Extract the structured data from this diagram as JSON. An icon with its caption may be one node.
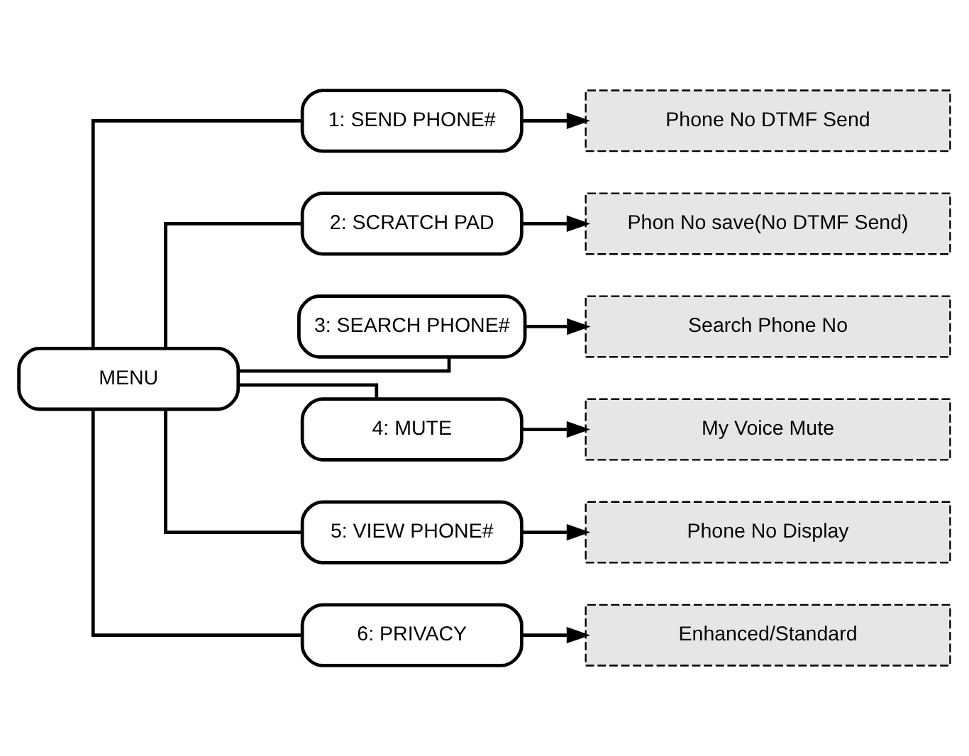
{
  "diagram": {
    "nodes": [
      {
        "text": [
          "MENU"
        ]
      },
      {
        "text": [
          "1: SEND PHONE#"
        ]
      },
      {
        "text": [
          "Phone No DTMF Send"
        ]
      },
      {
        "text": [
          "2: SCRATCH PAD"
        ]
      },
      {
        "text": [
          "Phon No save(No DTMF Send)"
        ]
      },
      {
        "text": [
          "3: SEARCH PHONE#"
        ]
      },
      {
        "text": [
          "Search Phone No"
        ]
      },
      {
        "text": [
          "4: MUTE"
        ]
      },
      {
        "text": [
          "My Voice Mute"
        ]
      },
      {
        "text": [
          "5: VIEW PHONE#"
        ]
      },
      {
        "text": [
          "Phone No Display"
        ]
      },
      {
        "text": [
          "6: PRIVACY"
        ]
      },
      {
        "text": [
          "Enhanced/Standard"
        ]
      }
    ],
    "edges": [
      {
        "from": 0,
        "to": 1,
        "arrow": "none"
      },
      {
        "from": 0,
        "to": 3,
        "arrow": "none"
      },
      {
        "from": 0,
        "to": 5,
        "arrow": "none"
      },
      {
        "from": 0,
        "to": 7,
        "arrow": "none"
      },
      {
        "from": 0,
        "to": 9,
        "arrow": "none"
      },
      {
        "from": 0,
        "to": 11,
        "arrow": "none"
      },
      {
        "from": 1,
        "to": 2,
        "arrow": "to"
      },
      {
        "from": 3,
        "to": 4,
        "arrow": "to"
      },
      {
        "from": 5,
        "to": 6,
        "arrow": "to"
      },
      {
        "from": 7,
        "to": 8,
        "arrow": "to"
      },
      {
        "from": 9,
        "to": 10,
        "arrow": "to"
      },
      {
        "from": 11,
        "to": 12,
        "arrow": "to"
      }
    ]
  }
}
